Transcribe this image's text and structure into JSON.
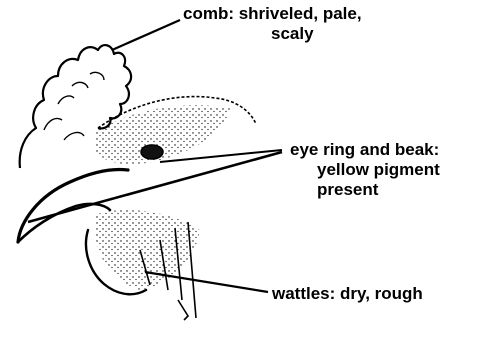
{
  "labels": {
    "comb": {
      "line1": "comb:  shriveled, pale,",
      "line2": "scaly"
    },
    "eye_beak": {
      "line1": "eye ring and beak:",
      "line2": "yellow pigment",
      "line3": "present"
    },
    "wattles": {
      "line1": "wattles:  dry, rough"
    }
  },
  "colors": {
    "ink": "#000000",
    "background": "#ffffff"
  }
}
